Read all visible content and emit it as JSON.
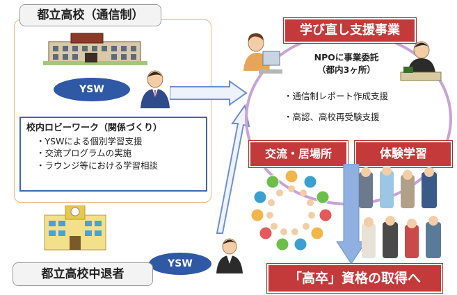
{
  "school_top": {
    "title": "都立高校（通信制）"
  },
  "school_bottom": {
    "title": "都立高校中退者"
  },
  "ysw_labels": [
    "YSW",
    "YSW"
  ],
  "lobby": {
    "heading": "校内ロビーワーク（関係づくり）",
    "items": [
      "・YSWによる個別学習支援",
      "・交流プログラムの実施",
      "・ラウンジ等における学習相談"
    ]
  },
  "relearning": {
    "banner": "学び直し支援事業",
    "npo_line1": "NPOに事業委託",
    "npo_line2": "（都内3ヶ所）",
    "support_items": [
      "・通信制レポート作成支援",
      "・高認、高校再受験支援"
    ]
  },
  "exchange": {
    "banner": "交流・居場所"
  },
  "experience": {
    "banner": "体験学習"
  },
  "goal": {
    "text": "「高卒」資格の取得へ"
  },
  "colors": {
    "accent_red": "#c43a3a",
    "ysw_blue": "#2f58a5",
    "circle_purple": "#c9a2d6",
    "frame_orange": "#f3b27a",
    "arrow_blue": "#8fb0e0"
  },
  "icons": [
    "school-building-icon",
    "person-icon",
    "ring-of-people-icon",
    "work-experience-photos-icon",
    "arrow-right-icon",
    "arrow-down-icon",
    "arrow-up-icon"
  ]
}
